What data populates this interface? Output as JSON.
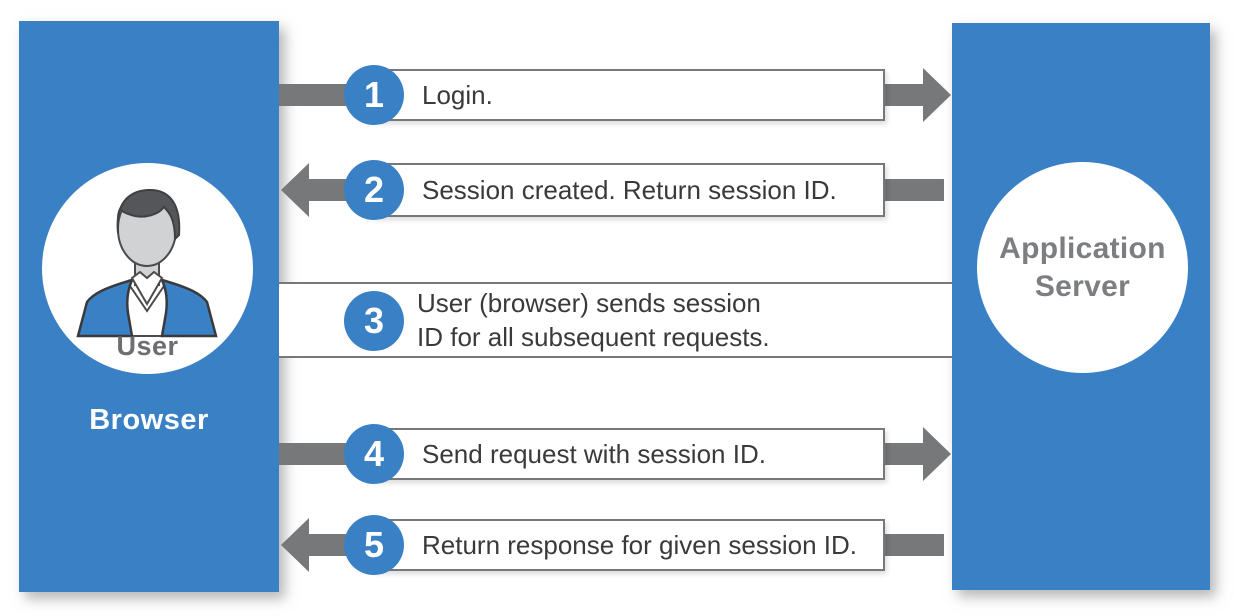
{
  "diagram": {
    "title_semantic": "Session ID authentication flow",
    "left_panel": {
      "circle_label": "User",
      "title": "Browser"
    },
    "right_panel": {
      "title": "Application\nServer"
    },
    "steps": [
      {
        "number": "1",
        "text": "Login.",
        "direction": "right"
      },
      {
        "number": "2",
        "text": "Session created. Return session ID.",
        "direction": "left"
      },
      {
        "number": "3",
        "text": "User (browser) sends session\nID for all subsequent requests.",
        "direction": "none"
      },
      {
        "number": "4",
        "text": "Send request with session ID.",
        "direction": "right"
      },
      {
        "number": "5",
        "text": "Return response for given session ID.",
        "direction": "left"
      }
    ],
    "colors": {
      "panel_blue": "#3a80c4",
      "arrow_gray": "#77787a",
      "box_border_gray": "#77787a",
      "message_text": "#3a3a3a",
      "user_label_gray": "#6d6e71",
      "server_label_gray": "#7c7e81",
      "avatar_face_gray": "#d1d2d3",
      "avatar_hair_gray": "#55565a",
      "background": "#ffffff"
    }
  }
}
